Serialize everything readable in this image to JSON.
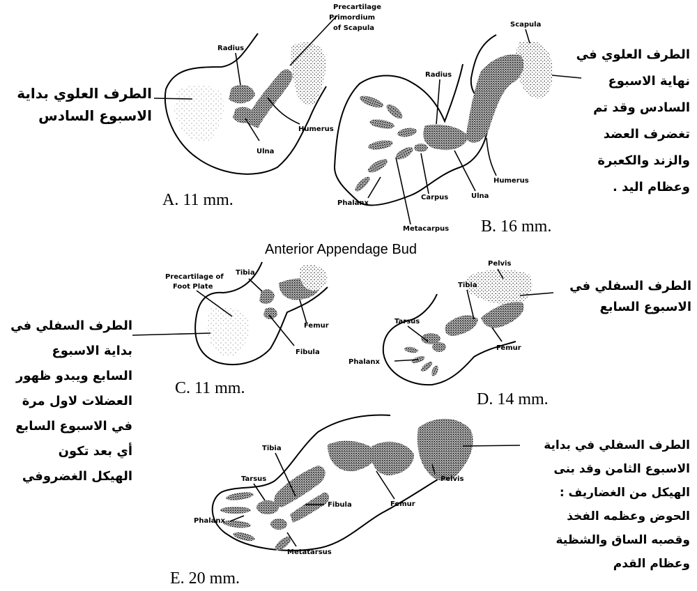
{
  "captions": {
    "a": "A. 11 mm.",
    "b": "B. 16 mm.",
    "c": "C. 11 mm.",
    "d": "D. 14 mm.",
    "e": "E. 20 mm."
  },
  "section_title": "Anterior Appendage Bud",
  "labels": {
    "a": {
      "radius": "Radius",
      "precartilage": [
        "Precartilage",
        "Primordium",
        "of Scapula"
      ],
      "humerus": "Humerus",
      "ulna": "Ulna"
    },
    "b": {
      "scapula": "Scapula",
      "radius": "Radius",
      "humerus": "Humerus",
      "phalanx": "Phalanx",
      "carpus": "Carpus",
      "ulna": "Ulna",
      "metacarpus": "Metacarpus"
    },
    "c": {
      "tibia": "Tibia",
      "precartilage": [
        "Precartilage of",
        "Foot Plate"
      ],
      "femur": "Femur",
      "fibula": "Fibula"
    },
    "d": {
      "pelvis": "Pelvis",
      "tibia": "Tibia",
      "tarsus": "Tarsus",
      "femur": "Femur",
      "phalanx": "Phalanx"
    },
    "e": {
      "tibia": "Tibia",
      "tarsus": "Tarsus",
      "pelvis": "Pelvis",
      "fibula": "Fibula",
      "femur": "Femur",
      "phalanx": "Phalanx",
      "metatarsus": "Metatarsus"
    }
  },
  "arabic_notes": {
    "a": [
      "الطرف العلوي بداية",
      "الاسبوع السادس"
    ],
    "b": [
      "الطرف العلوي في",
      "نهاية الاسبوع",
      "السادس وقد تم",
      "تغضرف العضد",
      "والزند والكعبرة",
      "وعظام اليد ."
    ],
    "c": [
      "الطرف السفلي في",
      "بداية الاسبوع",
      "السابع ويبدو ظهور",
      "العضلات لاول مرة",
      "في الاسبوع السابع",
      "أي بعد تكون",
      "الهيكل الغضروفي"
    ],
    "d": [
      "الطرف السفلي في",
      "الاسبوع السابع"
    ],
    "e": [
      "الطرف السفلي في بداية",
      "الاسبوع الثامن وقد بنى",
      "الهيكل من الغضاريف :",
      "الحوض وعظمه الفخذ",
      "وقصبه الساق والشظية",
      "وعظام القدم"
    ]
  }
}
